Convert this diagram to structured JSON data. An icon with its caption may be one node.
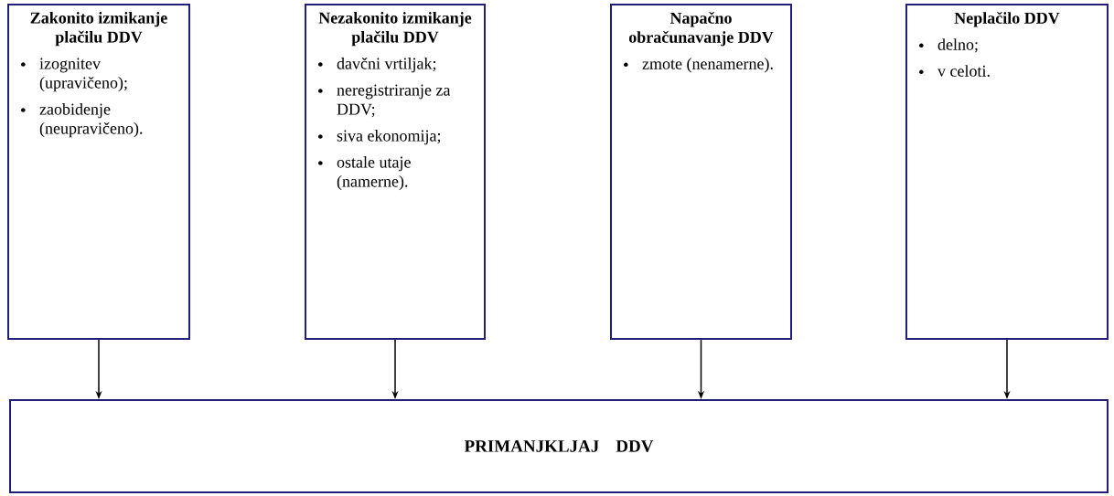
{
  "diagram": {
    "nodes": [
      {
        "text": [
          "Zakonito izmikanje plačilu DDV",
          "izognitev (upravičeno);",
          "zaobidenje (neupravičeno)."
        ]
      },
      {
        "text": [
          "Nezakonito izmikanje plačilu DDV",
          "davčni vrtiljak;",
          "neregistriranje za DDV;",
          "siva ekonomija;",
          "ostale utaje (namerne)."
        ]
      },
      {
        "text": [
          "Napačno obračunavanje DDV",
          "zmote (nenamerne)."
        ]
      },
      {
        "text": [
          "Neplačilo DDV",
          "delno;",
          "v celoti."
        ]
      },
      {
        "text": [
          "PRIMANJKLJAJ DDV"
        ]
      }
    ],
    "edges": [
      {
        "from": 0,
        "to": 4,
        "arrow": "to"
      },
      {
        "from": 1,
        "to": 4,
        "arrow": "to"
      },
      {
        "from": 2,
        "to": 4,
        "arrow": "to"
      },
      {
        "from": 3,
        "to": 4,
        "arrow": "to"
      }
    ]
  }
}
